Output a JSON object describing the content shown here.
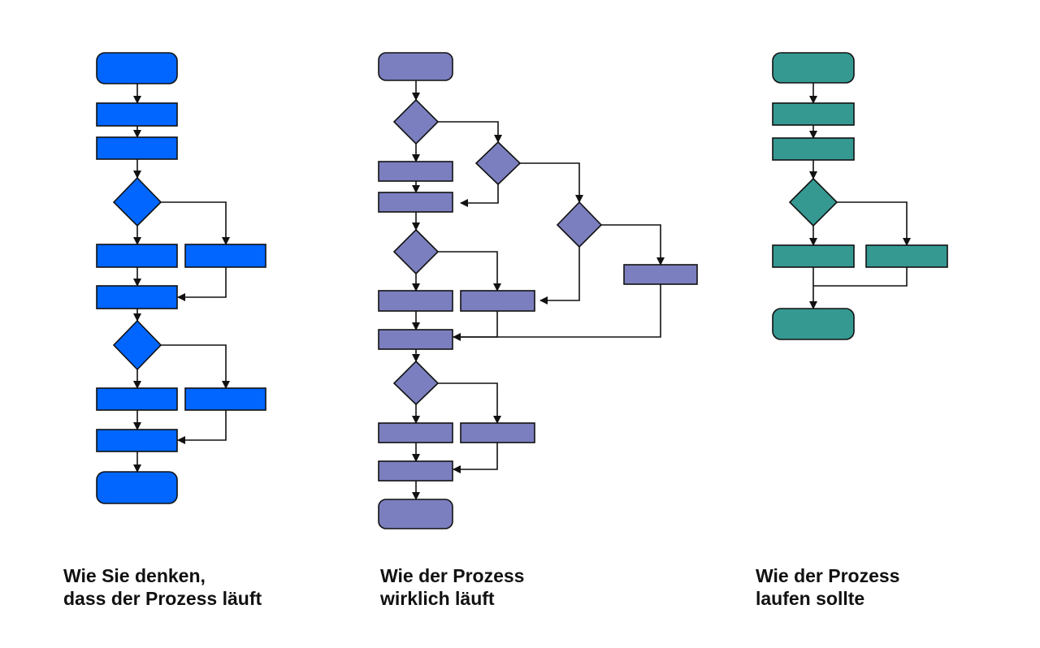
{
  "colors": {
    "assumed": "#0066ff",
    "actual": "#7b7fbf",
    "ideal": "#359992",
    "stroke": "#111111"
  },
  "captions": {
    "assumed": {
      "line1": "Wie Sie denken,",
      "line2": "dass der Prozess läuft"
    },
    "actual": {
      "line1": "Wie der Prozess",
      "line2": "wirklich läuft"
    },
    "ideal": {
      "line1": "Wie der Prozess",
      "line2": "laufen sollte"
    }
  }
}
